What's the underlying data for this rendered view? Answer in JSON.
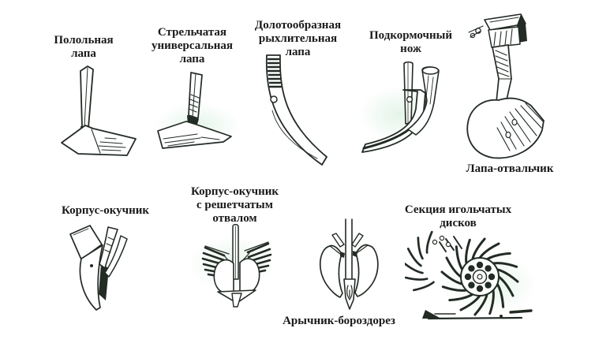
{
  "page": {
    "background": "#ffffff",
    "ink": "#232b25",
    "tint": "#dcefe0",
    "description_language": "ru"
  },
  "items": [
    {
      "id": "weeding-sweep",
      "label": "Полольная\nлапа"
    },
    {
      "id": "universal-sweep",
      "label": "Стрельчатая\nуниверсальная\nлапа"
    },
    {
      "id": "chisel-tine",
      "label": "Долотообразная\nрыхлительная\nлапа"
    },
    {
      "id": "feeding-knife",
      "label": "Подкормочный\nнож"
    },
    {
      "id": "moldboard-sweep",
      "label": "Лапа-отвальчик"
    },
    {
      "id": "hiller-body",
      "label": "Корпус-окучник"
    },
    {
      "id": "slatted-hiller",
      "label": "Корпус-окучник\nс решетчатым\nотвалом"
    },
    {
      "id": "furrow-cutter",
      "label": "Арычник-бороздорез"
    },
    {
      "id": "needle-disks",
      "label": "Секция игольчатых\nдисков"
    }
  ]
}
